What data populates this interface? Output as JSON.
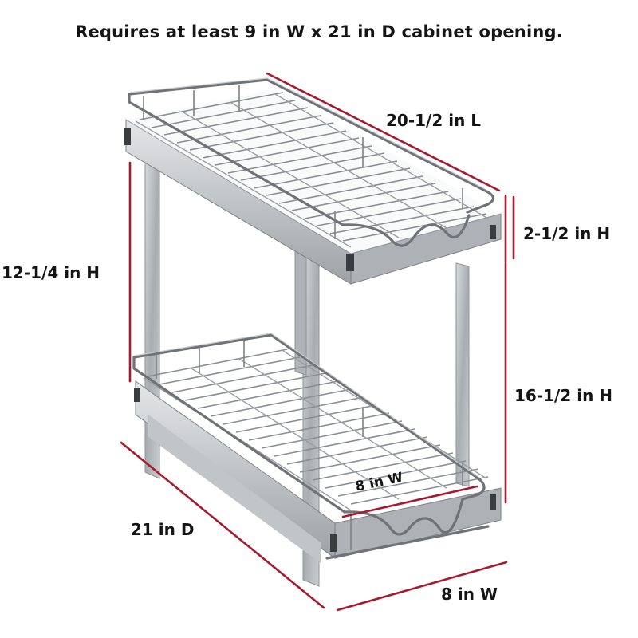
{
  "header": {
    "requirement_text": "Requires at least 9 in W x 21 in D cabinet opening."
  },
  "product": {
    "name": "two-tier pull-out wire basket organizer",
    "material_color": "#b9bcbf",
    "dimension_line_color": "#a6192e"
  },
  "dimensions": {
    "length": "20-1/2 in L",
    "basket_height": "2-1/2 in H",
    "tier_height": "12-1/4 in H",
    "total_height": "16-1/2 in H",
    "depth": "21 in D",
    "width_outer": "8 in W",
    "width_inner": "8 in W"
  }
}
